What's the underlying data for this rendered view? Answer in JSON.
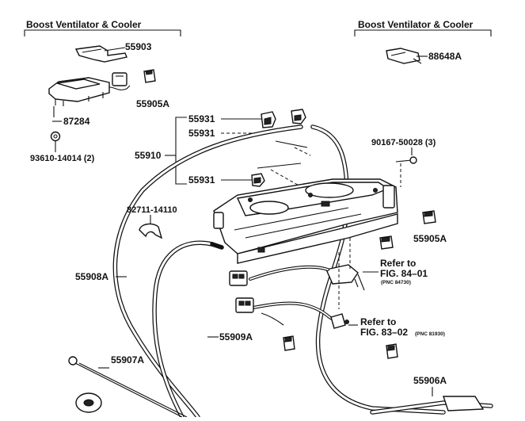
{
  "headers": {
    "left": "Boost Ventilator & Cooler",
    "right": "Boost Ventilator & Cooler"
  },
  "labels": {
    "p55903": "55903",
    "p55905A_top": "55905A",
    "p87284": "87284",
    "p93610": "93610-14014 (2)",
    "p88648A": "88648A",
    "p55931_a": "55931",
    "p55931_b": "55931",
    "p55931_c": "55931",
    "p55910": "55910",
    "p90167": "90167-50028 (3)",
    "p82711": "82711-14110",
    "p55905A_right": "55905A",
    "p55908A": "55908A",
    "ref1_line1": "Refer to",
    "ref1_line2": "FIG. 84–01",
    "ref1_pnc": "(PNC 84730)",
    "ref2_line1": "Refer to",
    "ref2_line2": "FIG. 83–02",
    "ref2_pnc": "(PNC 81930)",
    "p55909A": "55909A",
    "p55907A": "55907A",
    "p55906A": "55906A"
  }
}
